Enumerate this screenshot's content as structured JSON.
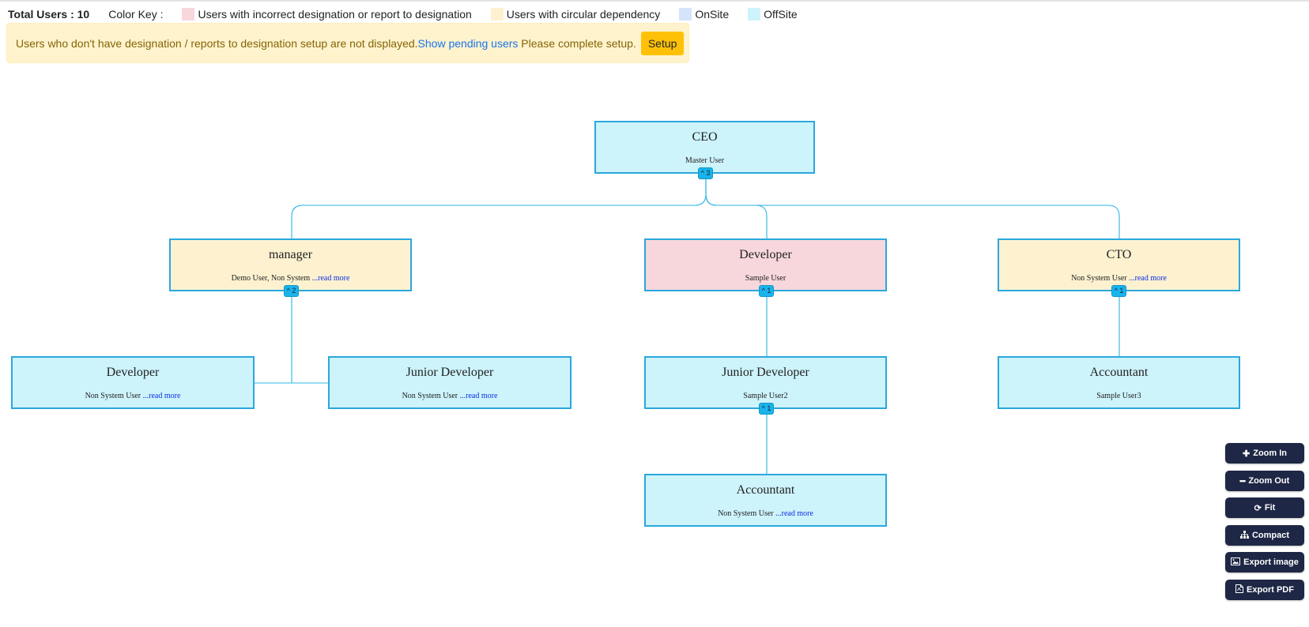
{
  "header": {
    "total_label": "Total Users : 10",
    "color_key_label": "Color Key :",
    "legend": [
      {
        "label": "Users with incorrect designation or report to designation",
        "color": "#f7d7dc"
      },
      {
        "label": "Users with circular dependency",
        "color": "#fdf1d0"
      },
      {
        "label": "OnSite",
        "color": "#d5e4fb"
      },
      {
        "label": "OffSite",
        "color": "#cdf3fb"
      }
    ]
  },
  "alert": {
    "message": "Users who don't have designation / reports to designation setup are not displayed.",
    "link_text": "Show pending users",
    "after_text": " Please complete setup.",
    "button_label": "Setup"
  },
  "nodes": {
    "ceo": {
      "title": "CEO",
      "sub": "Master User",
      "badge": "^ 3"
    },
    "manager": {
      "title": "manager",
      "sub": "Demo User, Non System ",
      "more": "...read more",
      "badge": "^ 2"
    },
    "developer_mid": {
      "title": "Developer",
      "sub": "Sample User",
      "badge": "^ 1"
    },
    "cto": {
      "title": "CTO",
      "sub": "Non System User ",
      "more": "...read more",
      "badge": "^ 1"
    },
    "developer_left": {
      "title": "Developer",
      "sub": "Non System User ",
      "more": "...read more"
    },
    "junior_left": {
      "title": "Junior Developer",
      "sub": "Non System User ",
      "more": "...read more"
    },
    "junior_mid": {
      "title": "Junior Developer",
      "sub": "Sample User2",
      "badge": "^ 1"
    },
    "accountant_right": {
      "title": "Accountant",
      "sub": "Sample User3"
    },
    "accountant_bottom": {
      "title": "Accountant",
      "sub": "Non System User ",
      "more": "...read more"
    }
  },
  "controls": [
    {
      "label": "Zoom In",
      "icon": "plus-icon"
    },
    {
      "label": "Zoom Out",
      "icon": "minus-icon"
    },
    {
      "label": "Fit",
      "icon": "refresh-icon"
    },
    {
      "label": "Compact",
      "icon": "sitemap-icon"
    },
    {
      "label": "Export image",
      "icon": "image-icon"
    },
    {
      "label": "Export PDF",
      "icon": "pdf-icon"
    }
  ]
}
